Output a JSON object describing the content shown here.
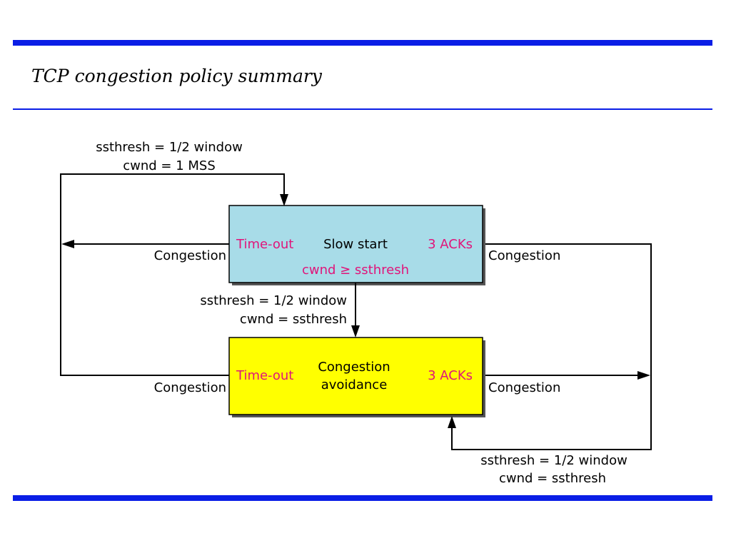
{
  "title": "TCP congestion policy summary",
  "colors": {
    "rule": "#0a1ee6",
    "slow_start_fill": "#a8dce8",
    "avoidance_fill": "#ffff00",
    "event_text": "#e0157a",
    "line": "#000000"
  },
  "states": {
    "slow_start": {
      "name": "Slow start",
      "timeout": "Time-out",
      "acks": "3 ACKs",
      "condition": "cwnd ≥ ssthresh"
    },
    "congestion_avoidance": {
      "name_line1": "Congestion",
      "name_line2": "avoidance",
      "timeout": "Time-out",
      "acks": "3 ACKs"
    }
  },
  "transitions": {
    "timeout_reset": {
      "line1": "ssthresh = 1/2 window",
      "line2": "cwnd = 1 MSS"
    },
    "to_avoidance": {
      "line1": "ssthresh = 1/2 window",
      "line2": "cwnd = ssthresh"
    },
    "acks_reset": {
      "line1": "ssthresh = 1/2 window",
      "line2": "cwnd = ssthresh"
    },
    "congestion_label": "Congestion"
  }
}
